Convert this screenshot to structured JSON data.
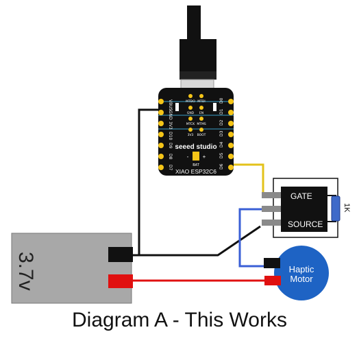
{
  "board": {
    "label": "XIAO ESP32C6",
    "brand": "seeed studio",
    "pins_left": [
      "VBUS",
      "GND",
      "3V3",
      "D10",
      "D9",
      "D8",
      "D7"
    ],
    "pins_right": [
      "D0",
      "D1",
      "D2",
      "D3",
      "D4",
      "D5",
      "D6"
    ],
    "pads_top": [
      "MTDO",
      "MTDI"
    ],
    "pads_mid1": [
      "GND",
      "EN"
    ],
    "pads_mid2": [
      "MTCK",
      "MTMS"
    ],
    "pads_bot": [
      "3V3",
      "BOOT"
    ],
    "bat_label": "BAT",
    "minus": "-",
    "plus": "+"
  },
  "mosfet": {
    "gate_label": "GATE",
    "source_label": "SOURCE"
  },
  "resistor": {
    "label": "1K"
  },
  "battery": {
    "label": "3.7v"
  },
  "motor": {
    "line1": "Haptic",
    "line2": "Motor"
  },
  "caption": "Diagram A - This Works",
  "colors": {
    "board": "#111111",
    "pin_gold": "#f5c518",
    "wire_black": "#111111",
    "wire_yellow": "#e3c21a",
    "wire_blue": "#3a5fd6",
    "wire_red": "#e01010",
    "battery_fill": "#a8a8a8",
    "motor_fill": "#1e63c4",
    "resistor_fill": "#3f6ac9",
    "mosfet_pin": "#8a8a8a"
  }
}
